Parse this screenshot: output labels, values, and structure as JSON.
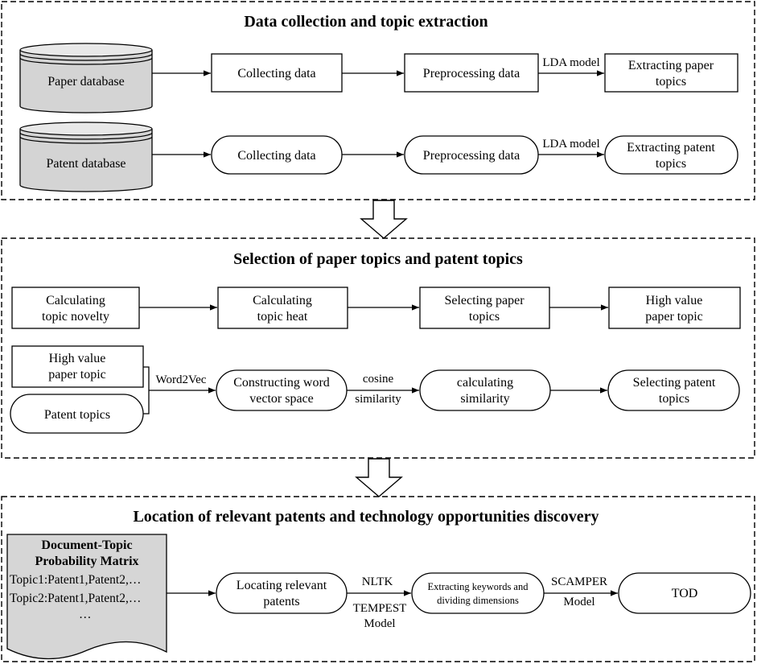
{
  "sections": {
    "s1": {
      "title": "Data collection and topic extraction"
    },
    "s2": {
      "title": "Selection of paper topics and patent topics"
    },
    "s3": {
      "title": "Location of relevant patents and technology opportunities discovery"
    }
  },
  "s1": {
    "paper_db": "Paper database",
    "patent_db": "Patent database",
    "collect_paper": "Collecting data",
    "preprocess_paper": "Preprocessing data",
    "lda_paper": "LDA model",
    "extract_paper": [
      "Extracting paper",
      "topics"
    ],
    "collect_patent": "Collecting data",
    "preprocess_patent": "Preprocessing data",
    "lda_patent": "LDA model",
    "extract_patent": [
      "Extracting patent",
      "topics"
    ]
  },
  "s2": {
    "novelty": [
      "Calculating",
      "topic novelty"
    ],
    "heat": [
      "Calculating",
      "topic heat"
    ],
    "select_paper": [
      "Selecting paper",
      "topics"
    ],
    "hv_topic": [
      "High value",
      "paper topic"
    ],
    "hv_topic_input": [
      "High value",
      "paper topic"
    ],
    "patent_topics": "Patent topics",
    "word2vec": "Word2Vec",
    "word_space": [
      "Constructing word",
      "vector space"
    ],
    "cosine": [
      "cosine",
      "similarity"
    ],
    "calc_sim": [
      "calculating",
      "similarity"
    ],
    "select_patent": [
      "Selecting patent",
      "topics"
    ]
  },
  "s3": {
    "doc_title": [
      "Document-Topic",
      "Probability Matrix"
    ],
    "doc_rows": [
      "Topic1:Patent1,Patent2,…",
      "Topic2:Patent1,Patent2,…",
      "…"
    ],
    "locate": [
      "Locating relevant",
      "patents"
    ],
    "nltk": "NLTK",
    "tempest": [
      "TEMPEST",
      "Model"
    ],
    "extract_kw": [
      "Extracting keywords and",
      "dividing dimensions"
    ],
    "scamper": [
      "SCAMPER",
      "Model"
    ],
    "tod": "TOD"
  }
}
